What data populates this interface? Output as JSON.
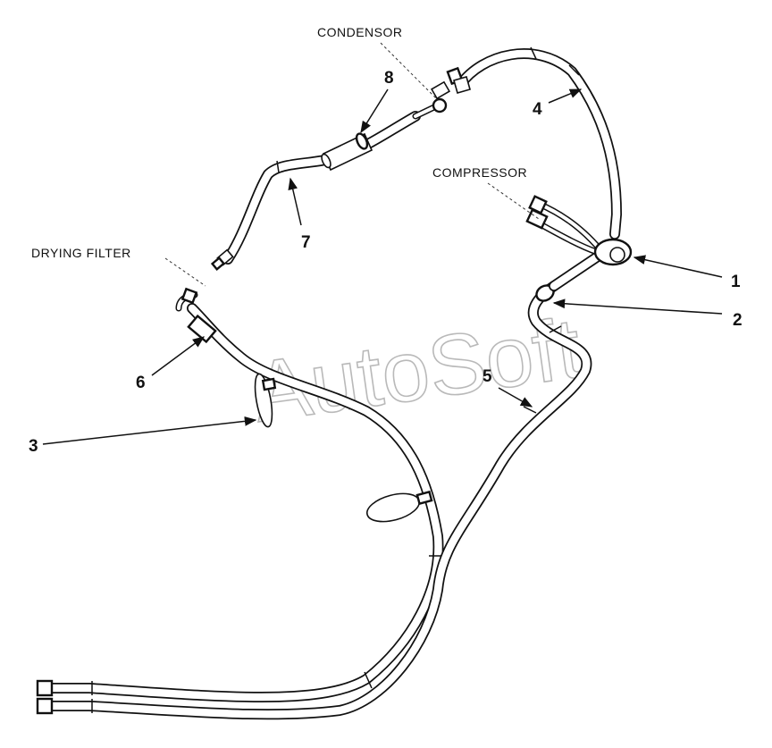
{
  "diagram": {
    "watermark": "AutoSoft",
    "location_labels": {
      "condensor": "CONDENSOR",
      "compressor": "COMPRESSOR",
      "drying_filter": "DRYING FILTER"
    },
    "callouts": {
      "c1": "1",
      "c2": "2",
      "c3": "3",
      "c4": "4",
      "c5": "5",
      "c6": "6",
      "c7": "7",
      "c8": "8"
    }
  }
}
